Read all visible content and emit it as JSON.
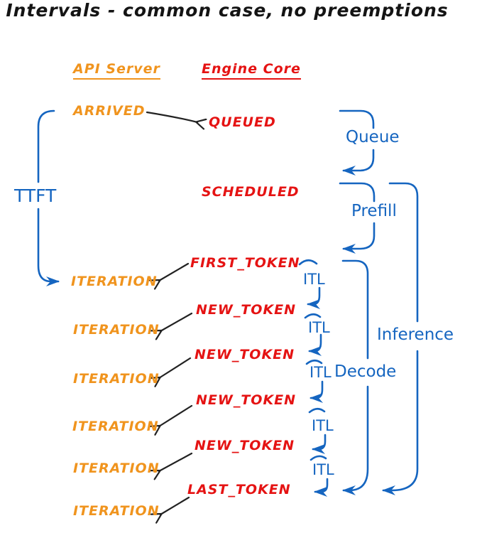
{
  "title": "Intervals - common case, no preemptions",
  "columns": {
    "api_server": "API Server",
    "engine_core": "Engine Core"
  },
  "events": {
    "arrived": "ARRIVED",
    "queued": "QUEUED",
    "scheduled": "SCHEDULED",
    "first_token": "FIRST_TOKEN",
    "new_token": "NEW_TOKEN",
    "last_token": "LAST_TOKEN",
    "iteration": "ITERATION"
  },
  "intervals": {
    "ttft": "TTFT",
    "queue": "Queue",
    "prefill": "Prefill",
    "itl": "ITL",
    "decode": "Decode",
    "inference": "Inference"
  },
  "colors": {
    "api_server_orange": "#F0941E",
    "engine_core_red": "#E51313",
    "interval_blue": "#1565C0",
    "arrow_black": "#222222",
    "background": "#FFFFFF"
  },
  "counts": {
    "iteration_rows": 6,
    "new_token_rows": 4,
    "itl_brackets": 5
  }
}
